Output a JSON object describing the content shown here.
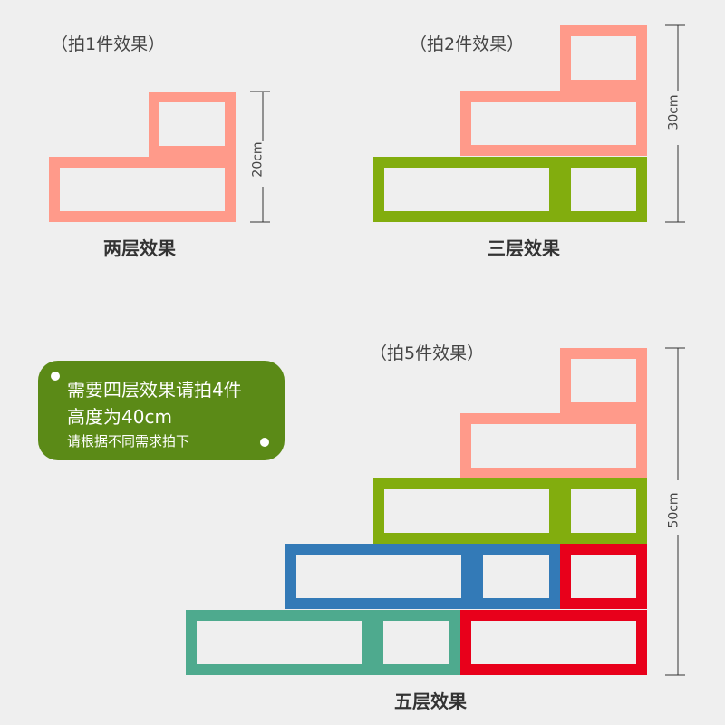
{
  "colors": {
    "pink": "#ff9a8a",
    "green": "#82ad0e",
    "blue": "#337ab7",
    "red": "#e8001b",
    "teal": "#4eaa8e",
    "note_bg": "#5b8a17",
    "bg": "#efefef"
  },
  "diagrams": [
    {
      "id": "two",
      "caption": "（拍1件效果）",
      "label": "两层效果",
      "dimension": "20cm"
    },
    {
      "id": "three",
      "caption": "（拍2件效果）",
      "label": "三层效果",
      "dimension": "30cm"
    },
    {
      "id": "five",
      "caption": "（拍5件效果）",
      "label": "五层效果",
      "dimension": "50cm"
    }
  ],
  "note": {
    "line1": "需要四层效果请拍4件",
    "line2": "高度为40cm",
    "line3": "请根据不同需求拍下"
  }
}
